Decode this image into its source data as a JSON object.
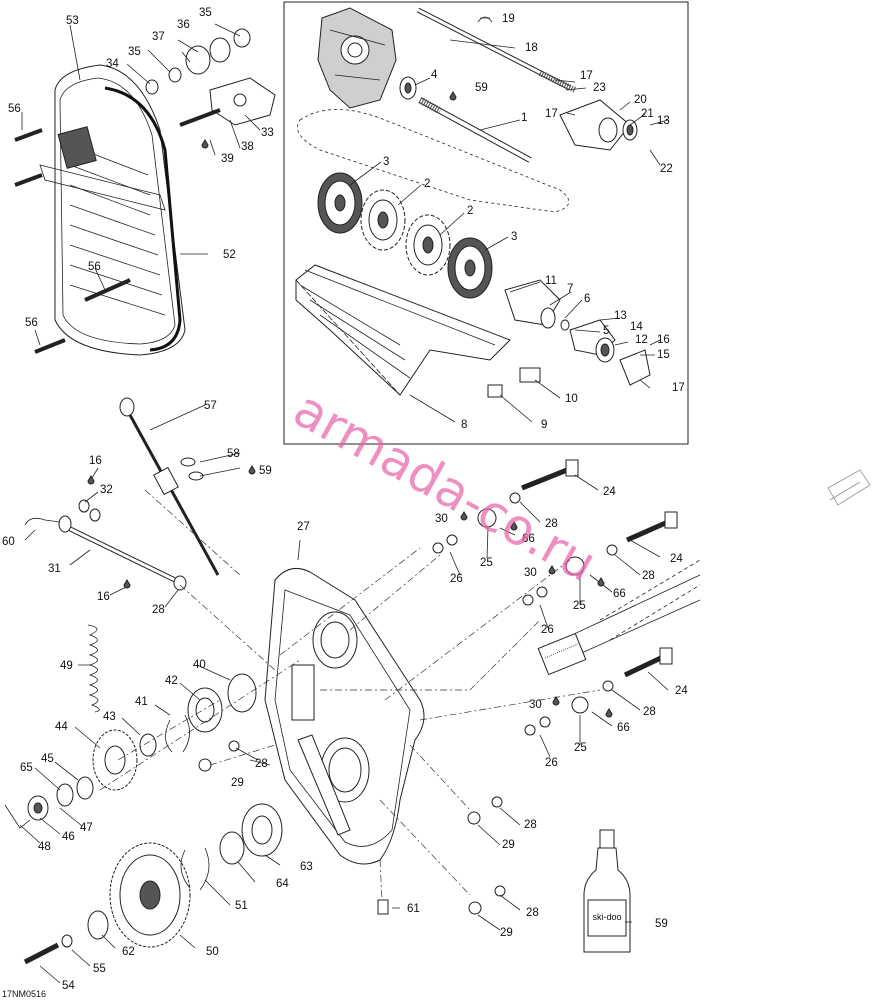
{
  "diagram_code": "17NM0516",
  "watermark": "armada-co.ru",
  "bottle_brand": "ski-doo",
  "labels": {
    "p1": "1",
    "p2a": "2",
    "p2b": "2",
    "p3a": "3",
    "p3b": "3",
    "p4": "4",
    "p5": "5",
    "p6": "6",
    "p7": "7",
    "p8": "8",
    "p9": "9",
    "p10": "10",
    "p11": "11",
    "p12": "12",
    "p13a": "13",
    "p13b": "13",
    "p14": "14",
    "p15": "15",
    "p16a": "16",
    "p16b": "16",
    "p16c": "16",
    "p17a": "17",
    "p17b": "17",
    "p17c": "17",
    "p18": "18",
    "p19": "19",
    "p20": "20",
    "p21": "21",
    "p22": "22",
    "p23": "23",
    "p24a": "24",
    "p24b": "24",
    "p24c": "24",
    "p25a": "25",
    "p25b": "25",
    "p25c": "25",
    "p26a": "26",
    "p26b": "26",
    "p26c": "26",
    "p27": "27",
    "p28a": "28",
    "p28b": "28",
    "p28c": "28",
    "p28d": "28",
    "p28e": "28",
    "p28f": "28",
    "p28g": "28",
    "p29a": "29",
    "p29b": "29",
    "p29c": "29",
    "p30a": "30",
    "p30b": "30",
    "p30c": "30",
    "p31": "31",
    "p32": "32",
    "p33": "33",
    "p34": "34",
    "p35a": "35",
    "p35b": "35",
    "p36": "36",
    "p37": "37",
    "p38": "38",
    "p39": "39",
    "p40": "40",
    "p41": "41",
    "p42": "42",
    "p43": "43",
    "p44": "44",
    "p45": "45",
    "p46": "46",
    "p47": "47",
    "p48": "48",
    "p49": "49",
    "p50": "50",
    "p51": "51",
    "p52": "52",
    "p53": "53",
    "p54": "54",
    "p55": "55",
    "p56a": "56",
    "p56b": "56",
    "p56c": "56",
    "p57": "57",
    "p58": "58",
    "p59a": "59",
    "p59b": "59",
    "p59c": "59",
    "p60": "60",
    "p61": "61",
    "p62": "62",
    "p63": "63",
    "p64": "64",
    "p65": "65",
    "p66a": "66",
    "p66b": "66",
    "p66c": "66"
  }
}
